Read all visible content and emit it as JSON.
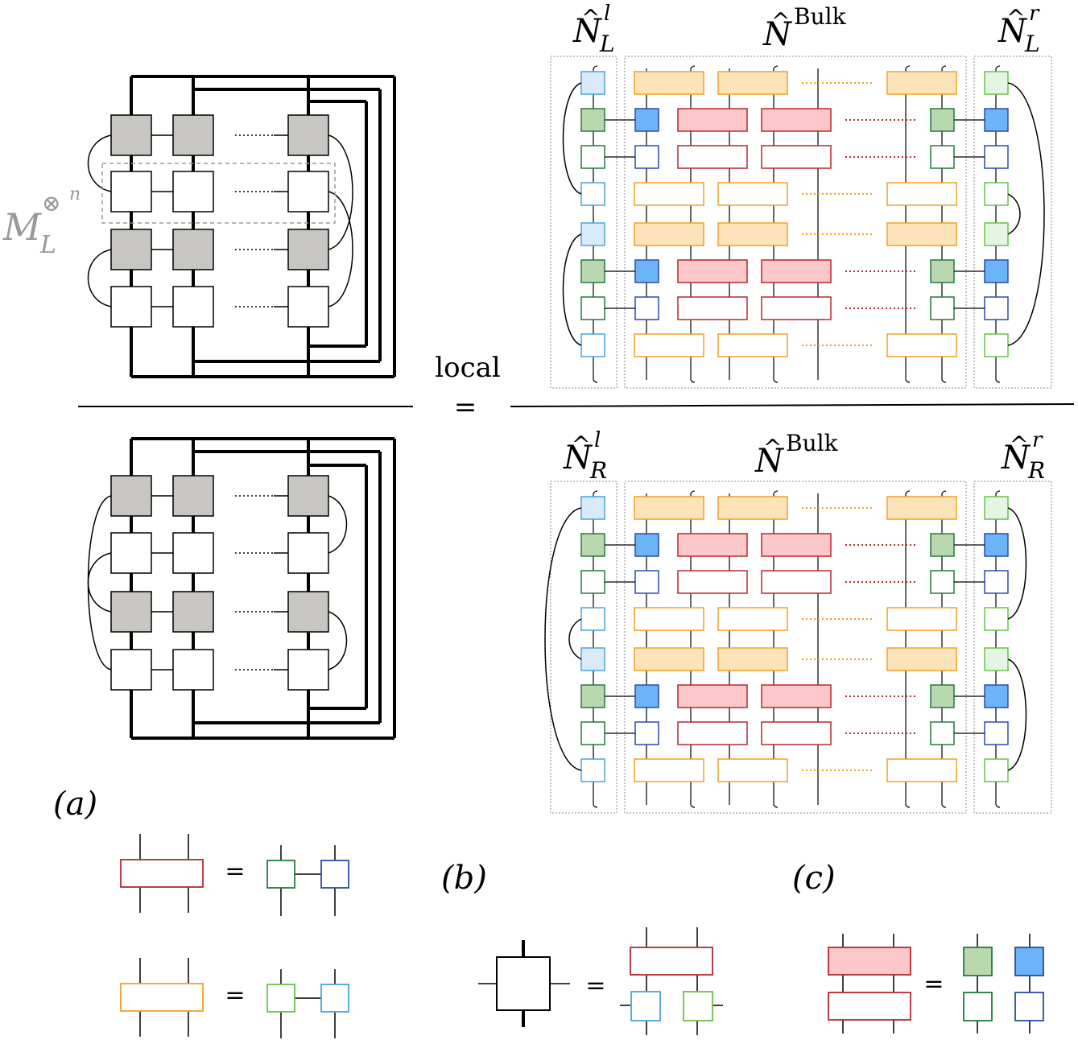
{
  "labels": {
    "m_base": "M",
    "m_sub": "L",
    "m_sup": "⊗",
    "m_sup_n": "n",
    "local": "local",
    "equals": "=",
    "n_letter": "N",
    "bulk": "Bulk",
    "sup_l": "l",
    "sup_r": "r",
    "sub_L": "L",
    "sub_R": "R",
    "a": "(a)",
    "b": "(b)",
    "c": "(c)"
  },
  "colors": {
    "gray_fill": "#c8c6c2",
    "orange": "#f2a024",
    "orange_fill": "#fde3ba",
    "red": "#b5282e",
    "red_fill": "#fcc7c9",
    "dark_green": "#237a3f",
    "green_fill": "#b9d8ae",
    "light_green": "#6cc04a",
    "light_green_fill": "#e3f5e3",
    "light_blue": "#4aa3df",
    "light_blue_fill": "#d9ebfa",
    "dark_blue": "#2a4bab",
    "blue_fill": "#6ab4f7",
    "frame_gray": "#8a8a8a"
  }
}
